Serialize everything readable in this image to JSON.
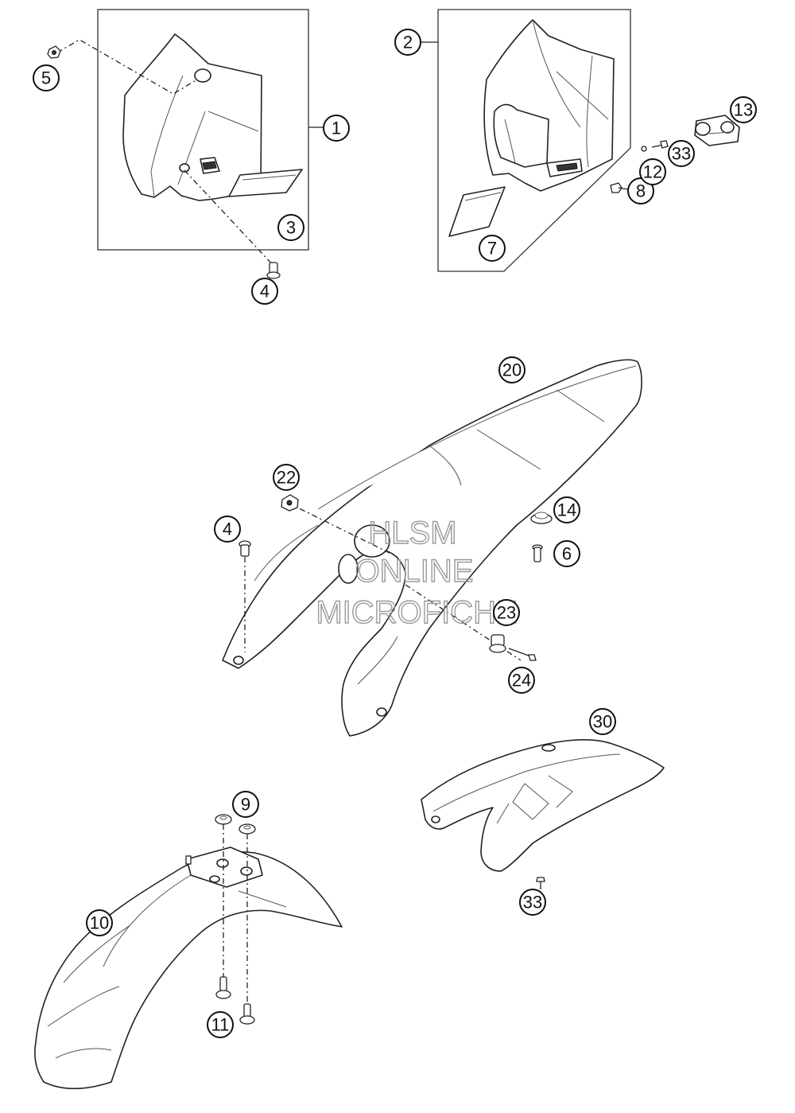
{
  "watermark": {
    "line1": "HLSM",
    "line2": "ONLINE",
    "line3": "MICROFICHE"
  },
  "callouts": {
    "c1": "1",
    "c2": "2",
    "c3": "3",
    "c4a": "4",
    "c4b": "4",
    "c5": "5",
    "c6": "6",
    "c7": "7",
    "c8": "8",
    "c9": "9",
    "c10": "10",
    "c11": "11",
    "c12": "12",
    "c13": "13",
    "c14": "14",
    "c20": "20",
    "c22": "22",
    "c23": "23",
    "c24": "24",
    "c30": "30",
    "c33a": "33",
    "c33b": "33"
  }
}
